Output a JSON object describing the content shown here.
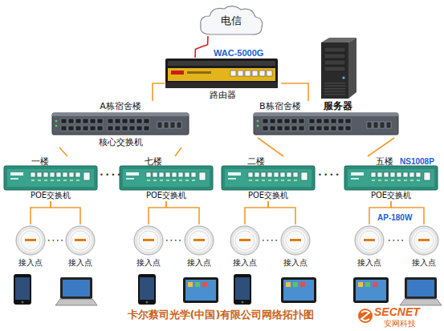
{
  "diagram": {
    "caption": "卡尔蔡司光学(中国)有限公司网络拓扑图",
    "nodes": [
      {
        "text": [
          "电信"
        ]
      },
      {
        "text": [
          "路由器"
        ]
      },
      {
        "text": [
          "服务器"
        ]
      },
      {
        "text": [
          "A栋宿舍楼",
          "核心交换机"
        ]
      },
      {
        "text": [
          "B栋宿舍楼"
        ]
      },
      {
        "text": [
          "一楼",
          "POE交换机"
        ]
      },
      {
        "text": [
          "七楼",
          "POE交换机"
        ]
      },
      {
        "text": [
          "二楼",
          "POE交换机"
        ]
      },
      {
        "text": [
          "五楼",
          "POE交换机"
        ]
      },
      {
        "text": [
          "接入点"
        ]
      },
      {
        "text": [
          "接入点"
        ]
      },
      {
        "text": [
          "接入点"
        ]
      },
      {
        "text": [
          "接入点"
        ]
      },
      {
        "text": [
          "接入点"
        ]
      },
      {
        "text": [
          "接入点"
        ]
      },
      {
        "text": [
          "接入点"
        ]
      },
      {
        "text": [
          "接入点"
        ]
      }
    ],
    "edges": [
      {
        "from": 0,
        "to": 1,
        "arrow": "none"
      },
      {
        "from": 1,
        "to": 3,
        "arrow": "none"
      },
      {
        "from": 1,
        "to": 4,
        "arrow": "none"
      },
      {
        "from": 3,
        "to": 5,
        "arrow": "none"
      },
      {
        "from": 3,
        "to": 6,
        "arrow": "none"
      },
      {
        "from": 4,
        "to": 7,
        "arrow": "none"
      },
      {
        "from": 4,
        "to": 8,
        "arrow": "none"
      },
      {
        "from": 5,
        "to": 9,
        "arrow": "none"
      },
      {
        "from": 5,
        "to": 10,
        "arrow": "none"
      },
      {
        "from": 6,
        "to": 11,
        "arrow": "none"
      },
      {
        "from": 6,
        "to": 12,
        "arrow": "none"
      },
      {
        "from": 7,
        "to": 13,
        "arrow": "none"
      },
      {
        "from": 7,
        "to": 14,
        "arrow": "none"
      },
      {
        "from": 8,
        "to": 15,
        "arrow": "none"
      },
      {
        "from": 8,
        "to": 16,
        "arrow": "none"
      }
    ],
    "labels": [
      "WAC-5000G",
      "NS1008P",
      "AP-180W",
      "• • • •",
      "• • • •",
      "• • • •",
      "• • • •",
      "• • • •",
      "• • • •",
      "SECNET",
      "安网科技"
    ]
  }
}
